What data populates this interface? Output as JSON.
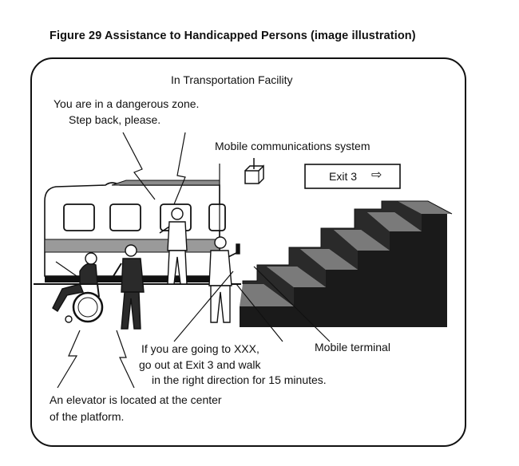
{
  "figure_title": "Figure 29 Assistance to Handicapped Persons (image illustration)",
  "scene": {
    "heading": "In Transportation Facility",
    "warning_line1": "You are in a dangerous zone.",
    "warning_line2": "Step back, please.",
    "comm_system": "Mobile communications system",
    "exit_sign": "Exit 3",
    "exit_arrow": "⇨",
    "mobile_terminal": "Mobile terminal",
    "guidance_line1": "If you are going to XXX,",
    "guidance_line2": "go out at Exit 3 and walk",
    "guidance_line3": "in the right direction for 15 minutes.",
    "elevator_line1": "An elevator is located at the center",
    "elevator_line2": "of the platform."
  },
  "colors": {
    "stair_dark": "#1a1a1a",
    "stair_light": "#7a7a7a",
    "train_body": "#ffffff",
    "train_stripe": "#9a9a9a"
  }
}
